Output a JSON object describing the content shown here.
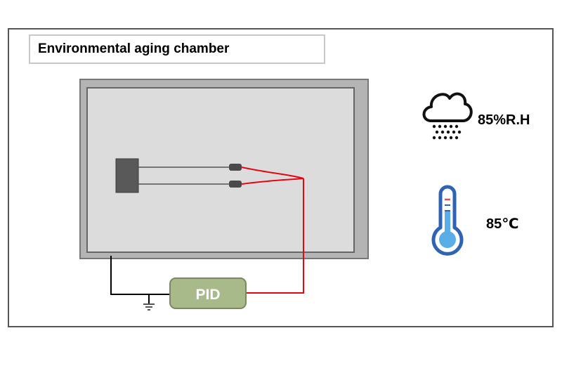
{
  "title": "Environmental aging chamber",
  "controller": {
    "label": "PID"
  },
  "conditions": {
    "humidity": {
      "value": "85%R.H",
      "icon": "cloud-rain-icon"
    },
    "temperature": {
      "value": "85℃",
      "icon": "thermometer-icon"
    }
  },
  "colors": {
    "signal_wire": "#e30613",
    "ground_wire": "#000000",
    "pid_fill": "#a8b98a",
    "pid_text": "#ffffff",
    "chamber_outer": "#b4b4b4",
    "chamber_inner": "#dcdcdc",
    "thermometer_blue": "#2f63b3",
    "thermometer_fill": "#5aaee8"
  }
}
